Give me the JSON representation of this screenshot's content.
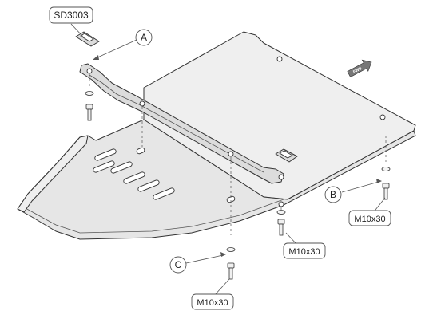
{
  "labels": {
    "part_number": "SD3003",
    "callout_a": "A",
    "callout_b": "B",
    "callout_c": "C",
    "bolt_b": "M10x30",
    "bolt_c_right": "M10x30",
    "bolt_c_left": "M10x30",
    "direction_mark": "FWD"
  }
}
